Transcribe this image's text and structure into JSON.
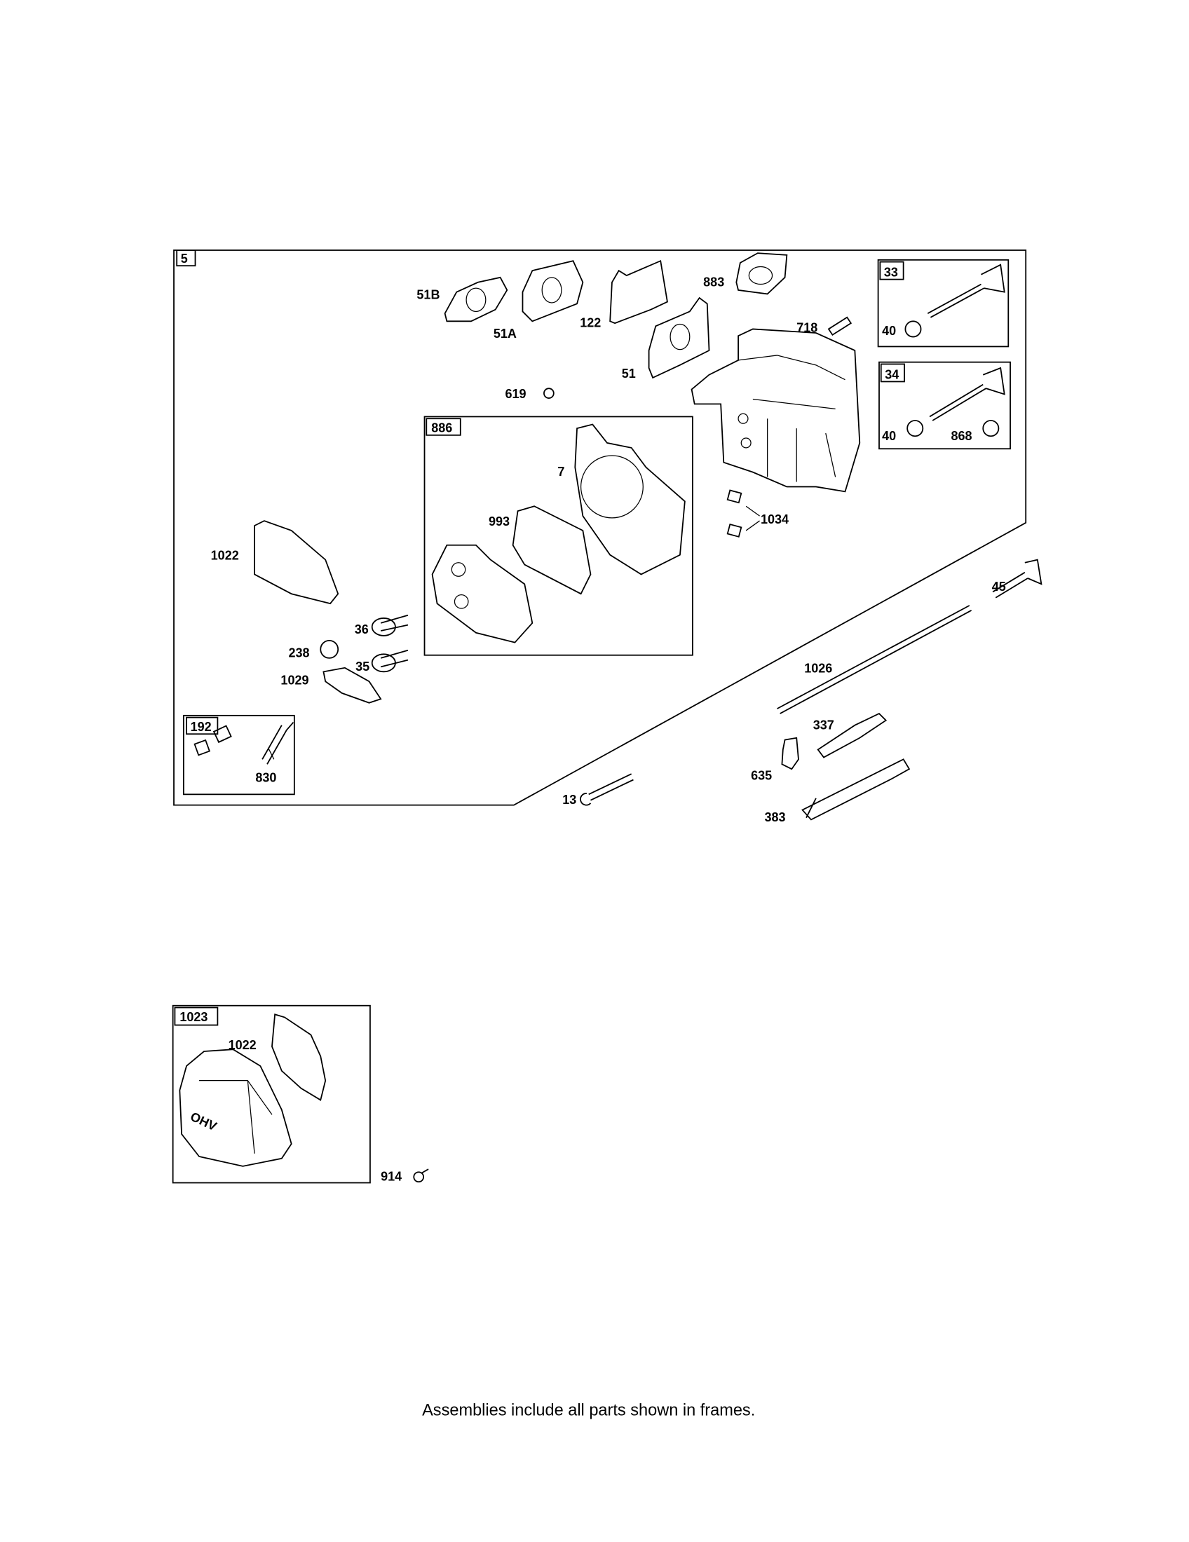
{
  "main_frame": {
    "label": "5"
  },
  "callouts": {
    "p51B": "51B",
    "p51A": "51A",
    "p122": "122",
    "p883": "883",
    "p718": "718",
    "p51": "51",
    "p619": "619",
    "p7": "7",
    "p993": "993",
    "p1034": "1034",
    "p1022": "1022",
    "p45": "45",
    "p36": "36",
    "p238": "238",
    "p35": "35",
    "p1029": "1029",
    "p1026": "1026",
    "p830": "830",
    "p13": "13",
    "p337": "337",
    "p635": "635",
    "p383": "383",
    "p914": "914"
  },
  "frames": {
    "f33": {
      "label": "33",
      "items": [
        "40"
      ]
    },
    "f34": {
      "label": "34",
      "items": [
        "40",
        "868"
      ]
    },
    "f886": {
      "label": "886"
    },
    "f192": {
      "label": "192"
    },
    "f1023": {
      "label": "1023",
      "items": [
        "1022"
      ]
    }
  },
  "valve_cover_logo": "OHV",
  "footer": "Assemblies include all parts shown in frames."
}
